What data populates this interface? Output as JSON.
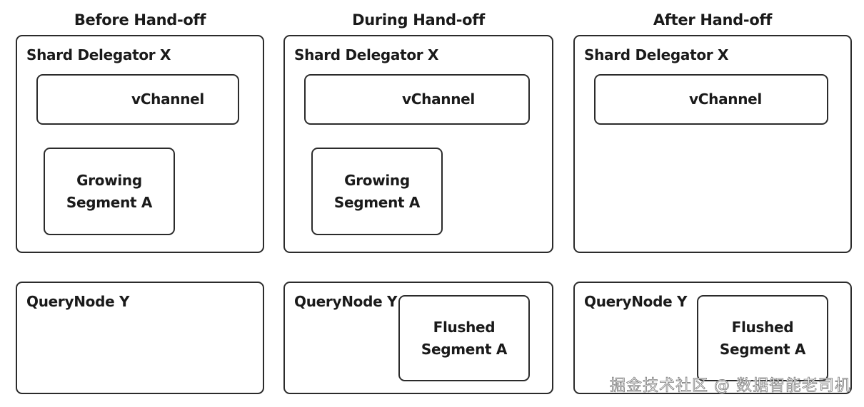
{
  "columns": [
    {
      "title": "Before Hand-off",
      "delegator": {
        "label": "Shard Delegator X",
        "vchannel": "vChannel",
        "growing_segment": [
          "Growing",
          "Segment A"
        ]
      },
      "querynode": {
        "label": "QueryNode Y"
      }
    },
    {
      "title": "During Hand-off",
      "delegator": {
        "label": "Shard Delegator X",
        "vchannel": "vChannel",
        "growing_segment": [
          "Growing",
          "Segment A"
        ]
      },
      "querynode": {
        "label": "QueryNode Y",
        "flushed_segment": [
          "Flushed",
          "Segment A"
        ]
      }
    },
    {
      "title": "After Hand-off",
      "delegator": {
        "label": "Shard Delegator X",
        "vchannel": "vChannel"
      },
      "querynode": {
        "label": "QueryNode Y",
        "flushed_segment": [
          "Flushed",
          "Segment A"
        ]
      }
    }
  ],
  "watermark": "掘金技术社区 @ 数据智能老司机"
}
